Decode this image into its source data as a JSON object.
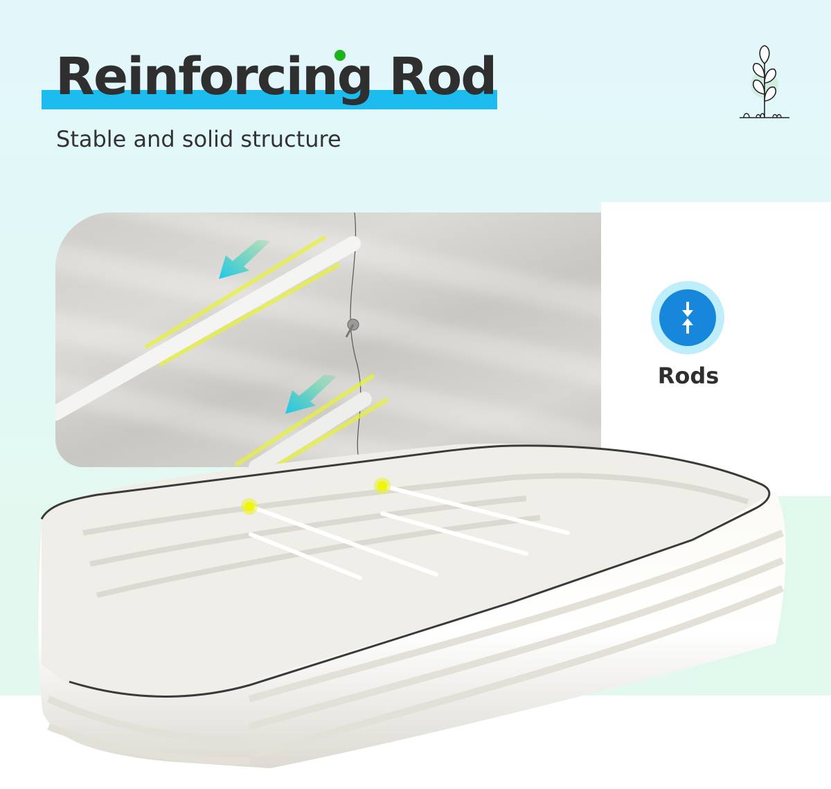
{
  "header": {
    "title": "Reinforcing Rod",
    "subtitle": "Stable and solid structure",
    "accent_bar_color": "#1cbcef",
    "accent_dot_color": "#1db31d"
  },
  "brand_icon": "plant-sprout-icon",
  "detail_photo": {
    "description": "Close-up of white reinforcing rods inserted into corrugated bed wall",
    "arrow_icons": [
      "arrow-down-left-icon",
      "arrow-down-left-icon"
    ],
    "highlight_color": "#e8f23a"
  },
  "feature": {
    "icon": "compress-arrows-icon",
    "label": "Rods",
    "icon_color": "#1787db",
    "icon_ring_color": "#bdeefa"
  },
  "product": {
    "description": "Pearl-white corrugated metal raised garden bed with internal reinforcing rods",
    "highlight_points": 2
  },
  "colors": {
    "background_top": "#e3f7fb",
    "background_mid": "#e3f9ef",
    "background_bottom": "#ffffff",
    "text": "#2f2f2f"
  }
}
